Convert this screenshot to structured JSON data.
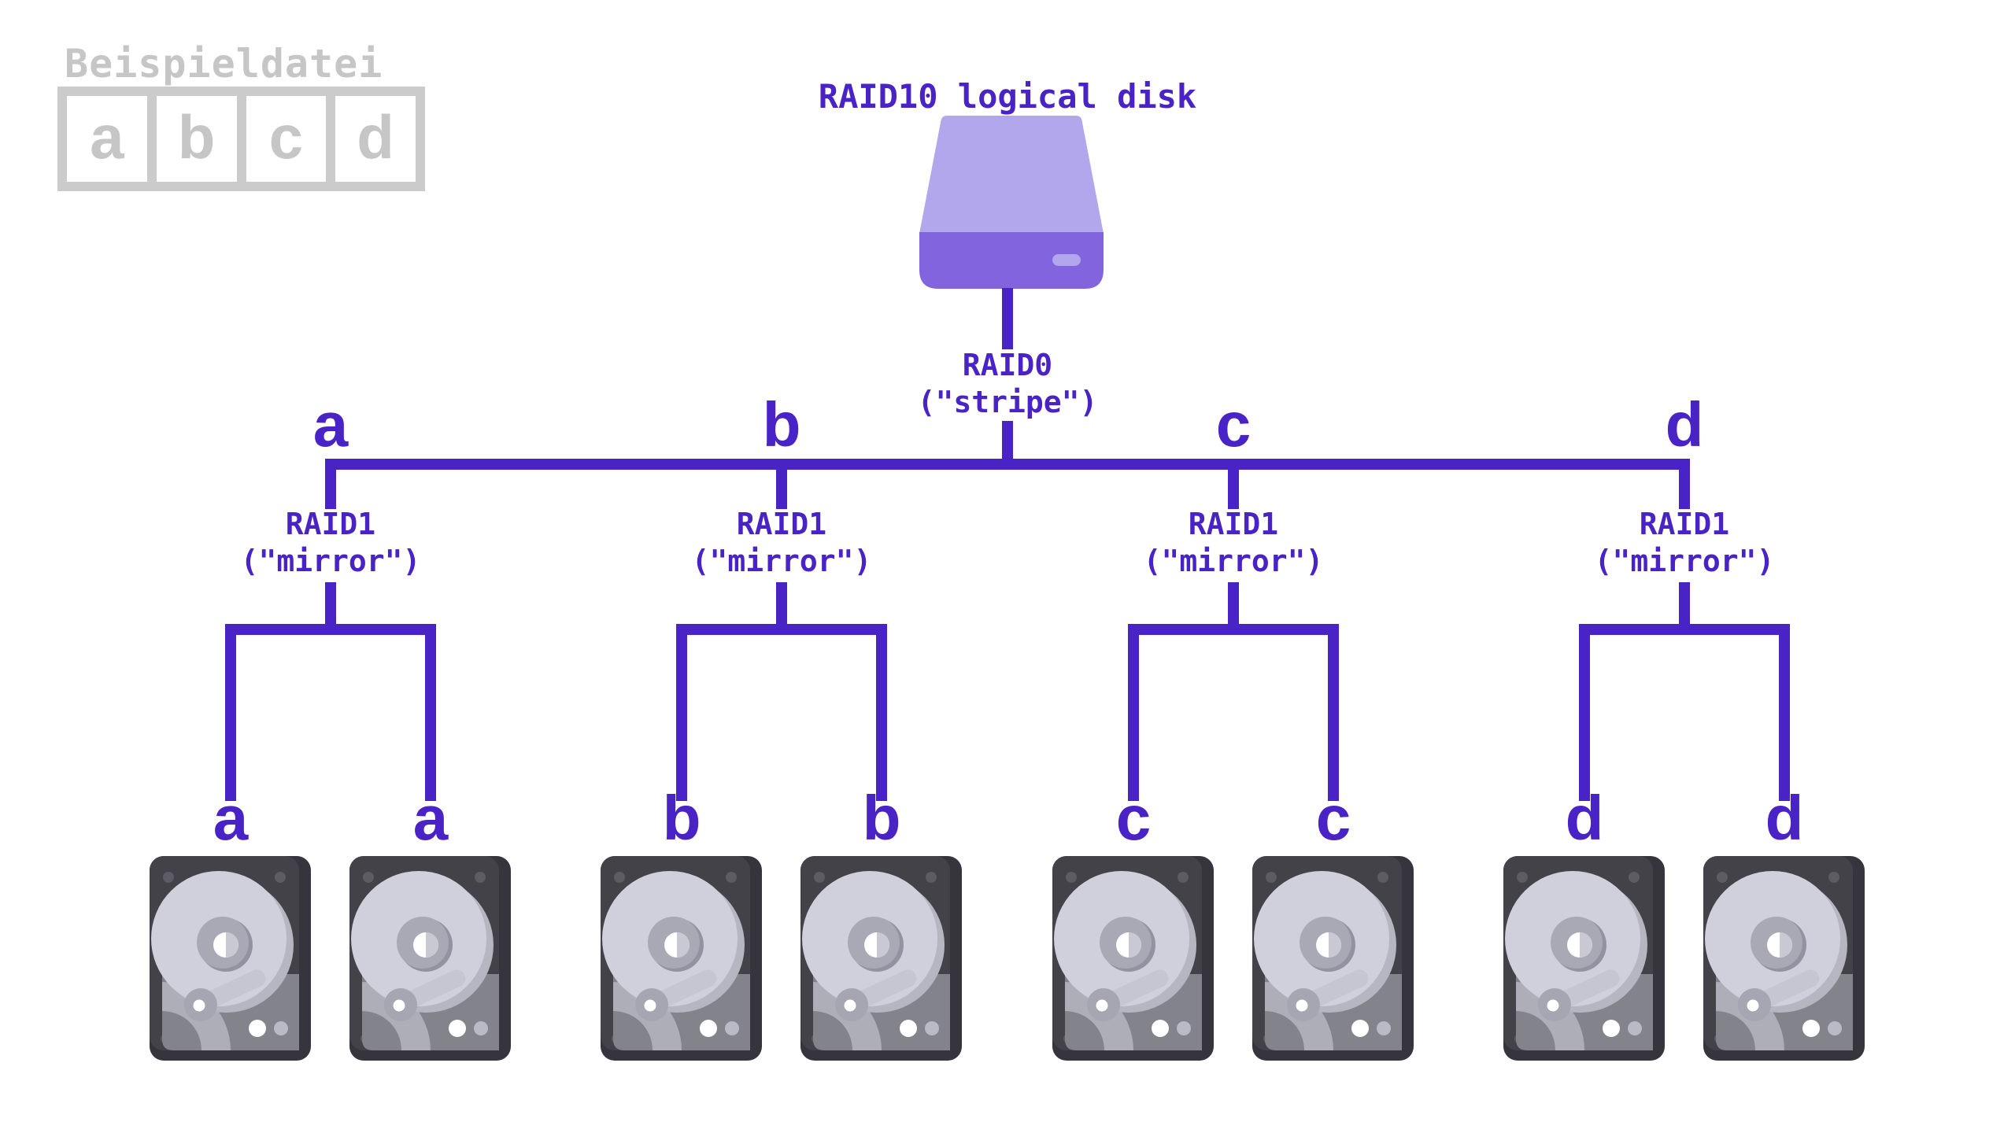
{
  "legend": {
    "title": "Beispieldatei",
    "cells": [
      "a",
      "b",
      "c",
      "d"
    ]
  },
  "root": {
    "title": "RAID10 logical disk",
    "level_label": "RAID0",
    "level_sublabel": "(\"stripe\")"
  },
  "branches": [
    {
      "letter": "a",
      "label": "RAID1",
      "sublabel": "(\"mirror\")",
      "disk_letters": [
        "a",
        "a"
      ]
    },
    {
      "letter": "b",
      "label": "RAID1",
      "sublabel": "(\"mirror\")",
      "disk_letters": [
        "b",
        "b"
      ]
    },
    {
      "letter": "c",
      "label": "RAID1",
      "sublabel": "(\"mirror\")",
      "disk_letters": [
        "c",
        "c"
      ]
    },
    {
      "letter": "d",
      "label": "RAID1",
      "sublabel": "(\"mirror\")",
      "disk_letters": [
        "d",
        "d"
      ]
    }
  ],
  "colors": {
    "purple": "#4A23C6",
    "gray": "#CBCBCB",
    "gray-text": "#C6C6C6",
    "ssd-top": "#B2A7EC",
    "ssd-bottom": "#8164DE",
    "hdd-body": "#434249",
    "hdd-shadow": "#36353D",
    "platter": "#CFD0DB",
    "platter-shade": "#B5B6C2",
    "chassis": "#83838C"
  }
}
